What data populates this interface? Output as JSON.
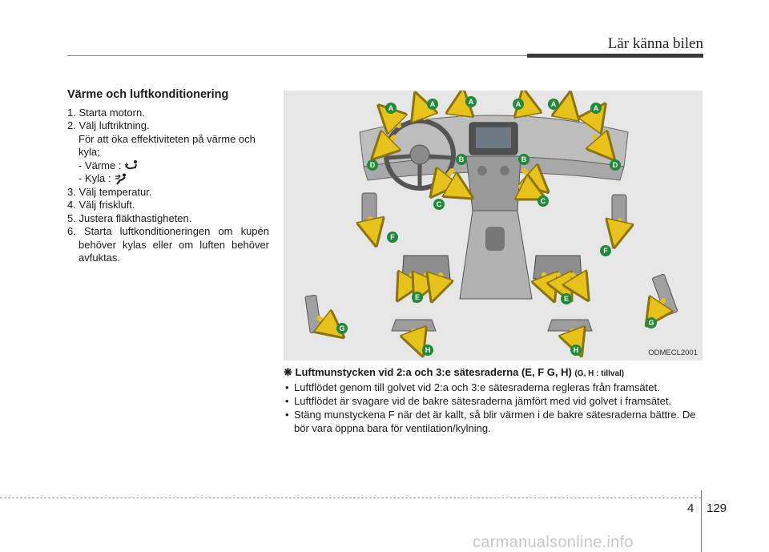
{
  "header": {
    "title": "Lär känna bilen"
  },
  "left": {
    "title": "Värme och luftkonditionering",
    "step1": "1. Starta motorn.",
    "step2": "2. Välj luftriktning.",
    "step2_sub": "För att öka effektiviteten på värme och kyla;",
    "heat_label": "- Värme :",
    "cool_label": "- Kyla :",
    "heat_icon": "floor-face-mode-icon",
    "cool_icon": "face-mode-icon",
    "step3": "3. Välj temperatur.",
    "step4": "4. Välj friskluft.",
    "step5": "5. Justera fläkthastigheten.",
    "step6": "6. Starta luftkonditioneringen om kupén behöver kylas eller om luften behöver avfuktas."
  },
  "figure": {
    "code": "ODMECL2001",
    "labels": [
      "A",
      "A",
      "A",
      "A",
      "A",
      "A",
      "B",
      "B",
      "C",
      "C",
      "D",
      "D",
      "E",
      "E",
      "F",
      "F",
      "G",
      "G",
      "H",
      "H"
    ],
    "badge_color": "#1e8a3a",
    "arrow_color": "#e6c21a"
  },
  "note": {
    "symbol": "❋",
    "title": "Luftmunstycken vid 2:a och 3:e sätesraderna (E, F G, H)",
    "title_small": "(G, H : tillval)",
    "bullets": [
      "Luftflödet genom till golvet vid 2:a och 3:e sätesraderna regleras från framsätet.",
      "Luftflödet är svagare vid de bakre sätesraderna jämfört med vid golvet i framsätet.",
      "Stäng munstyckena F när det är kallt, så blir värmen i de bakre sätesraderna bättre. De bör vara öppna bara för ventilation/kylning."
    ]
  },
  "footer": {
    "chapter": "4",
    "page": "129",
    "watermark": "carmanualsonline.info"
  }
}
